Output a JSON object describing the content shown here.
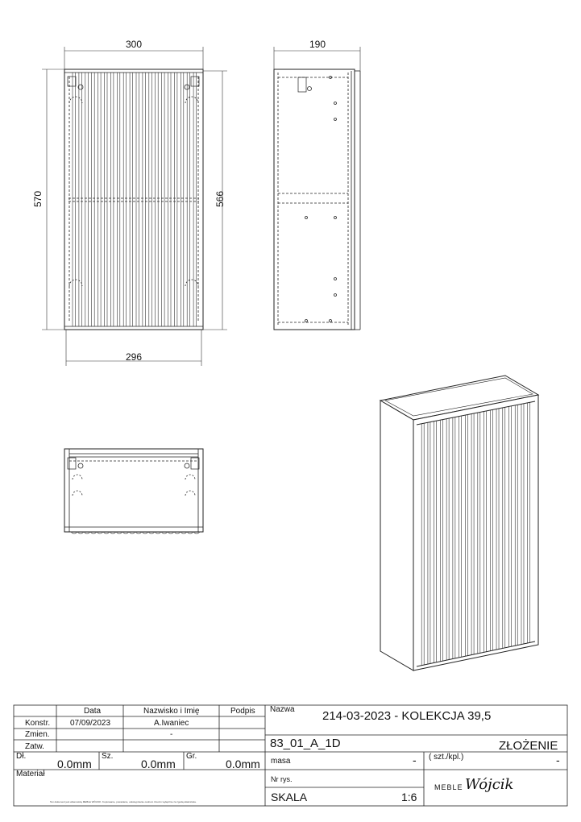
{
  "dimensions": {
    "front_width": "300",
    "front_height": "570",
    "front_inner_height": "566",
    "front_bottom_width": "296",
    "side_depth": "190"
  },
  "title_block": {
    "headers": {
      "data": "Data",
      "name": "Nazwisko i Imię",
      "signature": "Podpis",
      "nazwa": "Nazwa"
    },
    "rows": [
      {
        "label": "Konstr.",
        "date": "07/09/2023",
        "name": "A.Iwaniec"
      },
      {
        "label": "Zmien.",
        "date": "",
        "name": "-"
      },
      {
        "label": "Zatw.",
        "date": "",
        "name": ""
      }
    ],
    "dl_label": "Dł.",
    "dl_value": "0.0mm",
    "sz_label": "Sz.",
    "sz_value": "0.0mm",
    "gr_label": "Gr.",
    "gr_value": "0.0mm",
    "material_label": "Materiał",
    "title": "214-03-2023 - KOLEKCJA 39,5",
    "code": "83_01_A_1D",
    "assembly": "ZŁOŻENIE",
    "masa_label": "masa",
    "masa_value": "-",
    "qty_label": "( szt./kpl.)",
    "qty_value": "-",
    "drawing_no_label": "Nr rys.",
    "scale_label": "SKALA",
    "scale_value": "1:6",
    "footer_note": "Ten dokument jest własnością MEBLE WÓJCIK. Kopiowanie, powielanie, udostępnianie osobom trzecim wyłącznie za zgodą właściciela."
  },
  "logo": {
    "text": "MEBLE",
    "script": "Wójcik"
  }
}
